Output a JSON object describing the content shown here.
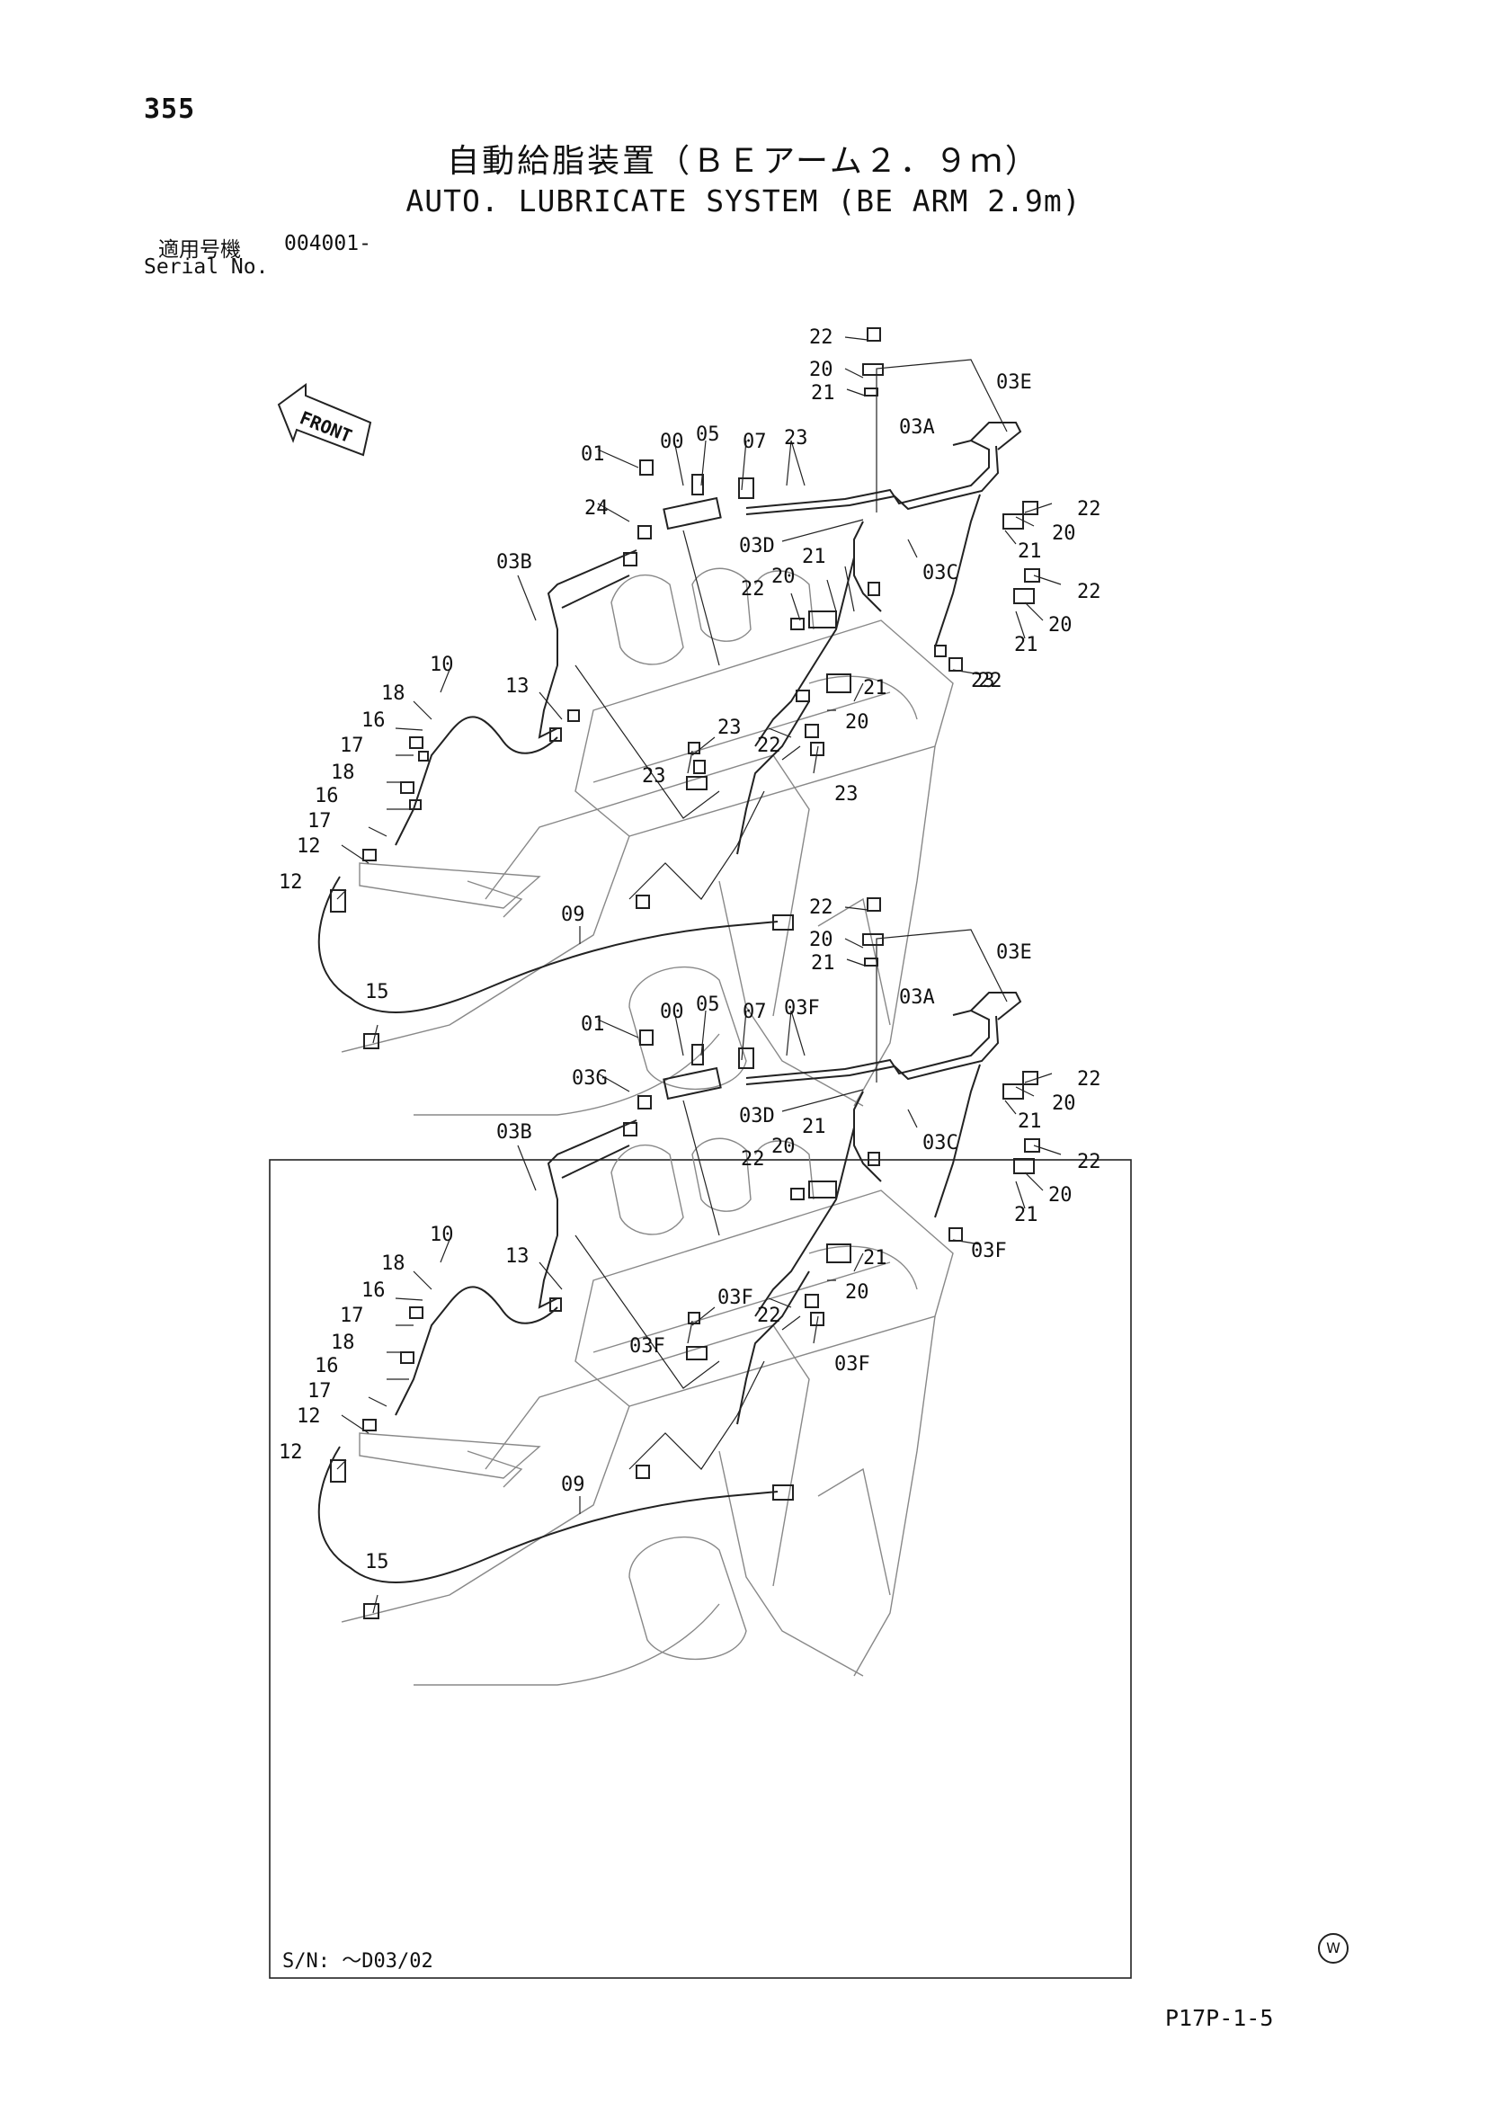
{
  "header": {
    "page_number": "355",
    "title_jp": "自動給脂装置（ＢＥアーム２．９ｍ）",
    "title_en": "AUTO. LUBRICATE SYSTEM (BE ARM 2.9m)",
    "serial_label_jp": "適用号機",
    "serial_value": "004001-",
    "serial_label_en": "Serial No."
  },
  "diagram_top": {
    "front_label": "FRONT",
    "callouts": [
      "22",
      "20",
      "21",
      "03E",
      "03A",
      "01",
      "00",
      "05",
      "07",
      "23",
      "24",
      "03D",
      "21",
      "03C",
      "22",
      "20",
      "22",
      "03B",
      "22",
      "20",
      "21",
      "20",
      "21",
      "22",
      "23",
      "10",
      "13",
      "21",
      "18",
      "20",
      "16",
      "23",
      "17",
      "22",
      "23",
      "18",
      "16",
      "23",
      "17",
      "12",
      "12",
      "09",
      "15"
    ]
  },
  "diagram_bottom": {
    "callouts": [
      "22",
      "20",
      "21",
      "03E",
      "03A",
      "01",
      "00",
      "05",
      "07",
      "03F",
      "03G",
      "03D",
      "21",
      "03C",
      "22",
      "20",
      "03B",
      "22",
      "20",
      "21",
      "20",
      "21",
      "22",
      "03F",
      "10",
      "13",
      "21",
      "18",
      "20",
      "16",
      "03F",
      "17",
      "22",
      "03F",
      "18",
      "16",
      "03F",
      "17",
      "12",
      "12",
      "09",
      "15"
    ],
    "serial_note": "S/N: ～D03/02"
  },
  "footer": {
    "mark": "W",
    "page_code": "P17P-1-5"
  }
}
